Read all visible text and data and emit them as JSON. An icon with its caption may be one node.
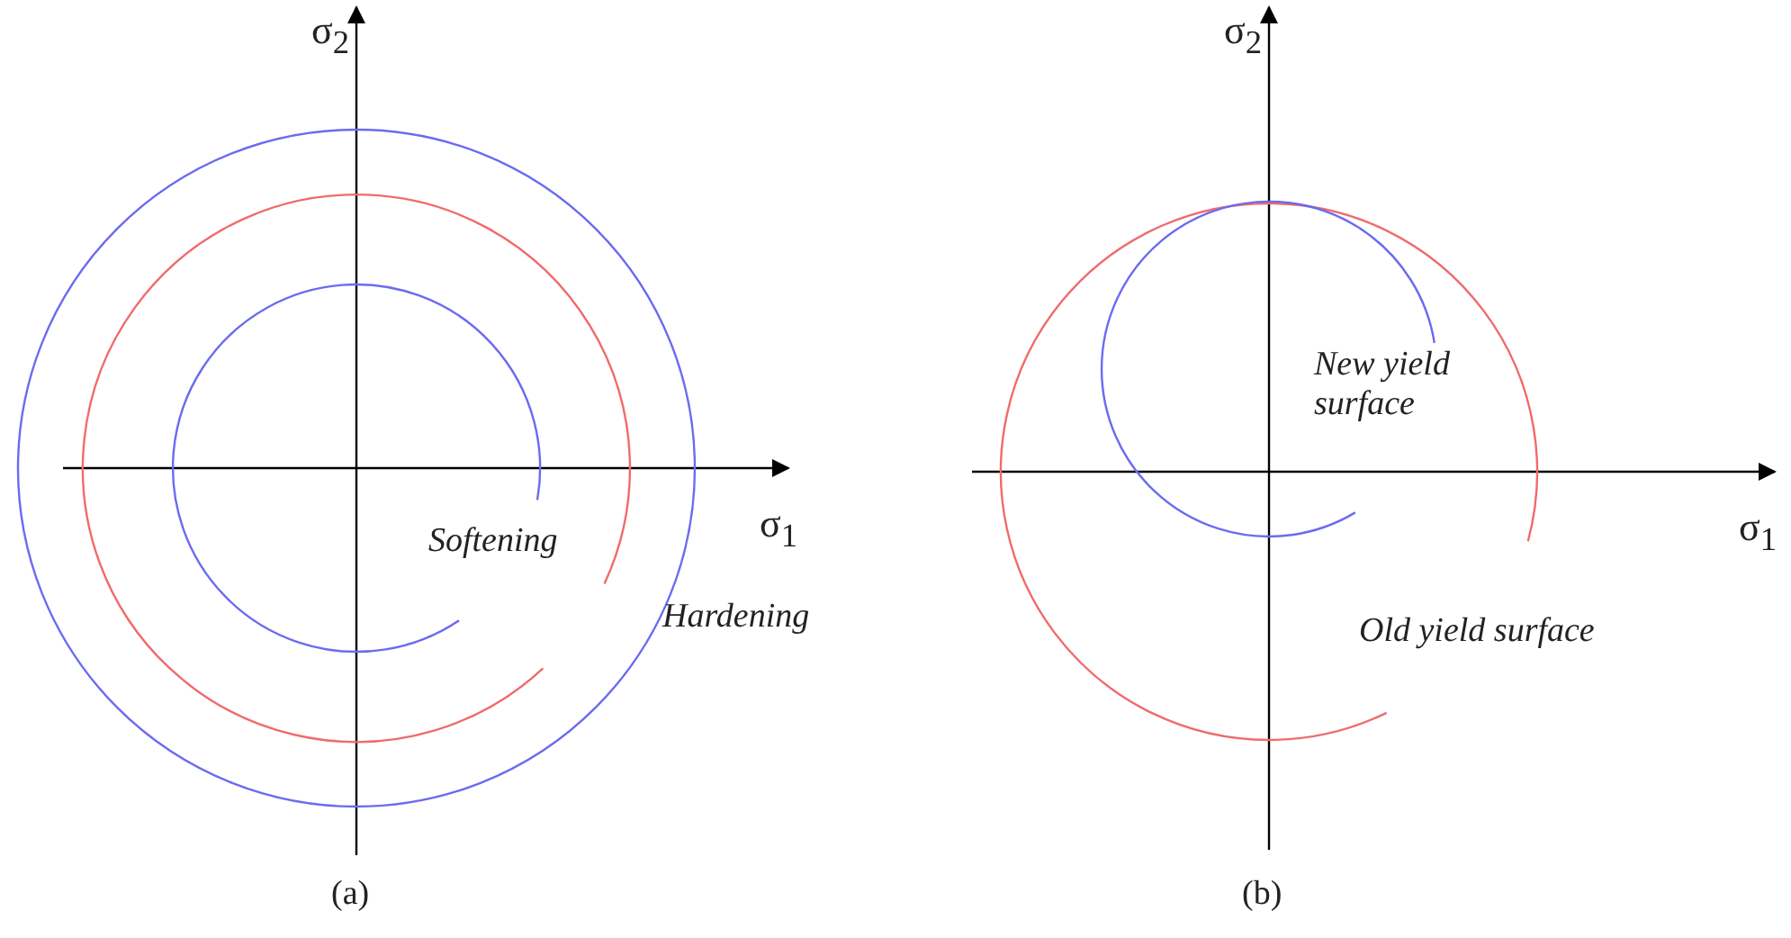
{
  "diagram": {
    "labels": [
      "σ$_{2}$",
      "σ$_{1}$",
      "Softening",
      "Hardening",
      "(a)",
      "σ$_{2}$",
      "New yield surface",
      "σ$_{1}$",
      "Old yield surface",
      "(b)"
    ]
  }
}
